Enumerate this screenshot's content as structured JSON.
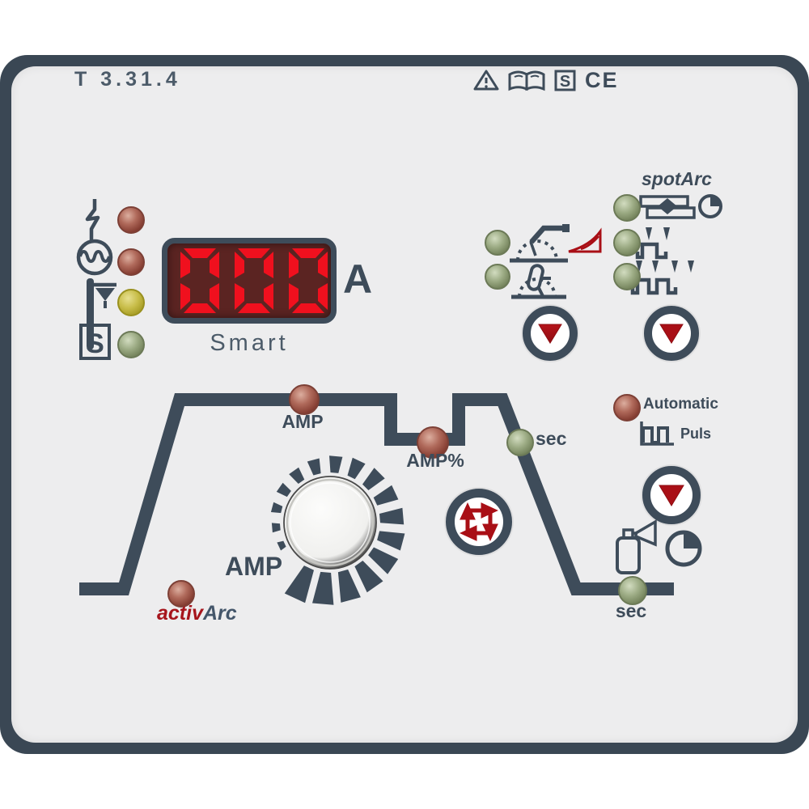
{
  "labels": {
    "model": "T 3.31.4",
    "smart": "Smart",
    "unit": "A",
    "spotarc": "spotArc",
    "amp_top": "AMP",
    "amp_pct": "AMP%",
    "sec_mid": "sec",
    "sec_end": "sec",
    "knob": "AMP",
    "automatic": "Automatic",
    "puls": "Puls",
    "activ": "activ",
    "arc": "Arc",
    "s_box": "S",
    "s_mark": "S",
    "ce_mark": "CE"
  },
  "display": {
    "value": "000",
    "unit": "A",
    "caption": "Smart"
  },
  "header_icons": [
    "warning-icon",
    "manual-icon",
    "s-mark-icon",
    "ce-mark-icon"
  ],
  "status_leds": [
    {
      "icon": "arc-bolt-icon",
      "led": "red"
    },
    {
      "icon": "ac-wave-icon",
      "led": "red"
    },
    {
      "icon": "electrode-holder-icon",
      "led": "yellow"
    },
    {
      "icon": "s-safety-icon",
      "led": "green"
    }
  ],
  "process_leds": [
    {
      "icon": "tig-torch-downslope-icon",
      "led": "green"
    },
    {
      "icon": "stick-electrode-icon",
      "led": "green"
    }
  ],
  "spot_leds": [
    {
      "icon": "spot-sheets-clock-icon",
      "led": "green"
    },
    {
      "icon": "single-pulse-icon",
      "led": "green"
    },
    {
      "icon": "double-pulse-icon",
      "led": "green"
    }
  ],
  "pulse_group": {
    "automatic_led": "red",
    "labels": [
      "Automatic",
      "Puls"
    ]
  },
  "sequence_leds": [
    {
      "label": "AMP",
      "led": "red"
    },
    {
      "label": "AMP%",
      "led": "red"
    },
    {
      "label": "sec",
      "led": "green"
    },
    {
      "label": "sec",
      "led": "green"
    },
    {
      "label": "activArc",
      "led": "red"
    }
  ],
  "buttons": [
    {
      "name": "process-select-button",
      "glyph": "down-triangle"
    },
    {
      "name": "spot-mode-button",
      "glyph": "down-triangle"
    },
    {
      "name": "pulse-mode-button",
      "glyph": "down-triangle"
    },
    {
      "name": "cycle-select-button",
      "glyph": "cycle-arrows"
    }
  ],
  "colors": {
    "panel": "#ededee",
    "frame": "#3a4754",
    "slate": "#3e4c5a",
    "accent_red": "#a90f16",
    "display_bg": "#5b2422",
    "digit_red": "#f0101e",
    "led_red": "#81392e",
    "led_green": "#707f58",
    "led_yellow": "#a0961f"
  }
}
